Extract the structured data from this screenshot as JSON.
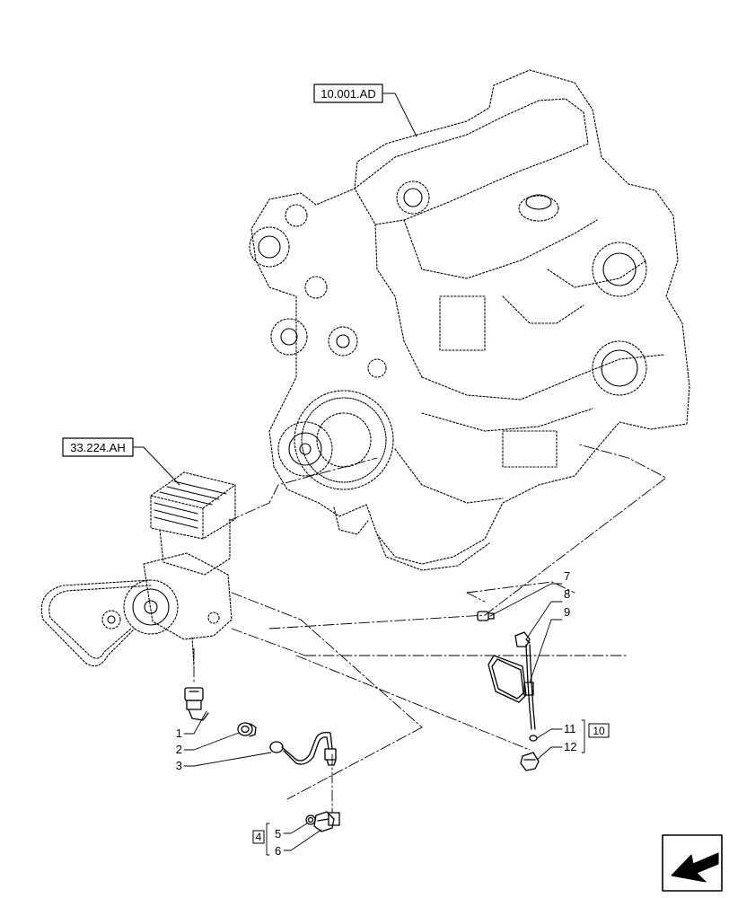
{
  "refs": {
    "engine_ref": "10.001.AD",
    "compressor_ref": "33.224.AH"
  },
  "callouts": {
    "c1": "1",
    "c2": "2",
    "c3": "3",
    "c4": "4",
    "c5": "5",
    "c6": "6",
    "c7": "7",
    "c8": "8",
    "c9": "9",
    "c10": "10",
    "c11": "11",
    "c12": "12"
  },
  "icons": {
    "nav": "arrow-left-down-icon"
  }
}
